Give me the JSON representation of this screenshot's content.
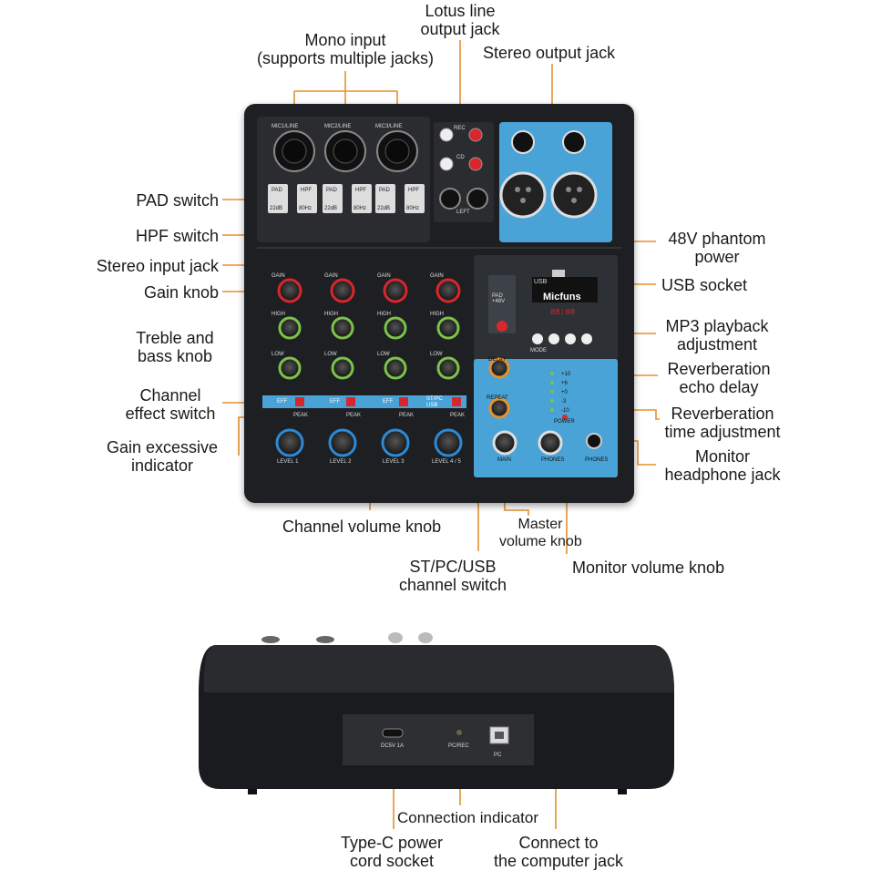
{
  "labels": {
    "lotus": [
      "Lotus line",
      "output jack"
    ],
    "mono": [
      "Mono input",
      "(supports multiple jacks)"
    ],
    "stereo_out": "Stereo output jack",
    "pad": "PAD switch",
    "hpf": "HPF switch",
    "stereo_in": "Stereo input jack",
    "gain": "Gain knob",
    "treble": [
      "Treble and",
      "bass knob"
    ],
    "ch_eff": [
      "Channel",
      "effect switch"
    ],
    "gain_ind": [
      "Gain excessive",
      "indicator"
    ],
    "phantom": [
      "48V phantom",
      "power"
    ],
    "usb_socket": "USB socket",
    "mp3": [
      "MP3 playback",
      "adjustment"
    ],
    "reverb_delay": [
      "Reverberation",
      "echo delay"
    ],
    "reverb_time": [
      "Reverberation",
      "time adjustment"
    ],
    "monitor_jack": [
      "Monitor",
      "headphone jack"
    ],
    "ch_volume": "Channel volume knob",
    "master": [
      "Master",
      "volume knob"
    ],
    "monitor_vol": "Monitor volume knob",
    "st_switch": [
      "ST/PC/USB",
      "channel switch"
    ],
    "conn_ind": "Connection indicator",
    "typec": [
      "Type-C power",
      "cord socket"
    ],
    "computer": [
      "Connect to",
      "the computer jack"
    ]
  },
  "panel": {
    "brand": "Micfuns",
    "usb": "USB",
    "display": "88:88",
    "mic": [
      "MIC1/LINE",
      "MIC2/LINE",
      "MIC3/LINE"
    ],
    "rec": "REC",
    "cd": "CD",
    "left": "LEFT",
    "pad": "PAD",
    "db": "22dB",
    "hpf": "HPF",
    "hz": "80Hz",
    "gain": "GAIN",
    "high": "HIGH",
    "low": "LOW",
    "eff": "EFF",
    "peak": "PEAK",
    "level": [
      "LEVEL 1",
      "LEVEL 2",
      "LEVEL 3",
      "LEVEL 4 / 5"
    ],
    "st_pc": "ST/PC",
    "usb_sel": "USB",
    "pad48": "PAD +48V",
    "delay": "DELAY",
    "repeat": "REPEAT",
    "power": "POWER",
    "main": "MAIN",
    "phones": "PHONES",
    "mode": "MODE",
    "meter": [
      "+10",
      "+6",
      "+0",
      "-3",
      "-10"
    ],
    "dc": "DC5V 1A",
    "pcrec": "PC/REC",
    "pc": "PC"
  },
  "colors": {
    "accent": "#e5912f",
    "blue": "#4aa3d6",
    "red": "#d8262c",
    "green": "#7cc24a",
    "knob_blue": "#2b8ad8"
  }
}
